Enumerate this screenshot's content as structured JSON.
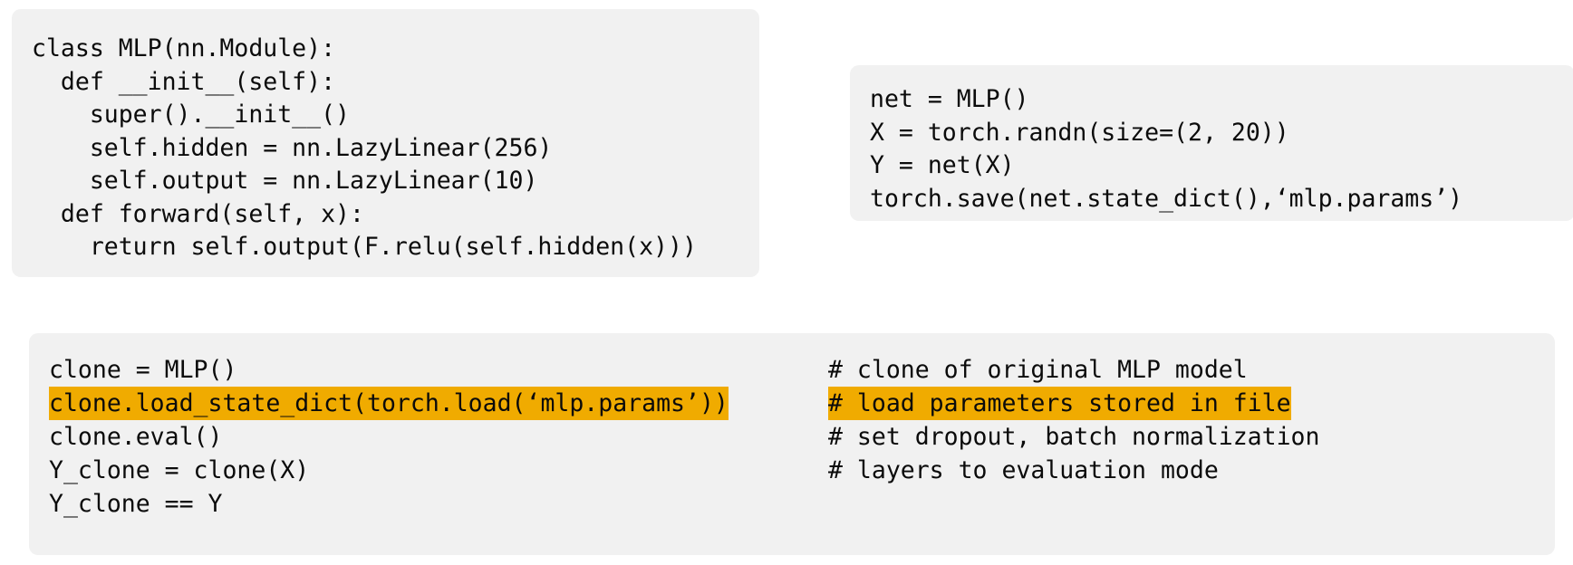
{
  "figure": {
    "kind": "code-snippet-figure",
    "background_color": "#ffffff",
    "block_background_color": "#f1f1f1",
    "text_color": "#0b0b0b",
    "highlight_color": "#f0ab00"
  },
  "blocks": {
    "mlp_class": {
      "name": "mlp-class-definition",
      "lines": [
        "class MLP(nn.Module):",
        "  def __init__(self):",
        "    super().__init__()",
        "    self.hidden = nn.LazyLinear(256)",
        "    self.output = nn.LazyLinear(10)",
        "  def forward(self, x):",
        "    return self.output(F.relu(self.hidden(x)))"
      ]
    },
    "save_model": {
      "name": "save-model-snippet",
      "lines": [
        "net = MLP()",
        "X = torch.randn(size=(2, 20))",
        "Y = net(X)",
        "torch.save(net.state_dict(),‘mlp.params’)"
      ]
    },
    "load_model": {
      "name": "load-model-snippet",
      "rows": [
        {
          "code": "clone = MLP()",
          "comment": "# clone of original MLP model",
          "highlighted": false
        },
        {
          "code": "clone.load_state_dict(torch.load(‘mlp.params’))",
          "comment": "# load parameters stored in file",
          "highlighted": true
        },
        {
          "code": "clone.eval()",
          "comment": "# set dropout, batch normalization",
          "highlighted": false
        },
        {
          "code": "Y_clone = clone(X)",
          "comment": "# layers to evaluation mode",
          "highlighted": false
        },
        {
          "code": "Y_clone == Y",
          "comment": "",
          "highlighted": false
        }
      ]
    }
  }
}
